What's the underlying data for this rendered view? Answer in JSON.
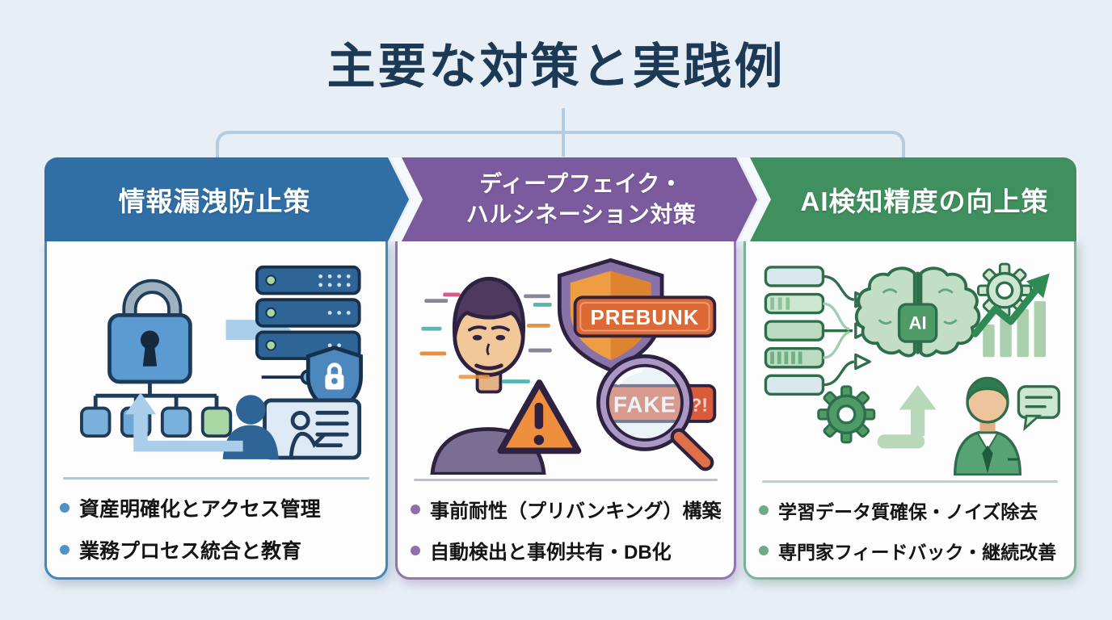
{
  "page": {
    "title": "主要な対策と実践例",
    "background_color": "#e8eef6",
    "title_color": "#1c3a55",
    "connector_color": "#b5cbdf"
  },
  "columns": [
    {
      "id": "info-leak-prevention",
      "header": "情報漏洩防止策",
      "theme": {
        "header_bg": "#2f6fa5",
        "card_border": "#4486bb",
        "divider": "#a9c9e2",
        "bullet_dot": "#4e92c6"
      },
      "illustration_icons": [
        "lock-hierarchy-icon",
        "arrow-right-icon",
        "secure-server-icon",
        "shield-lock-icon",
        "training-presenter-icon",
        "arrow-loop-icon"
      ],
      "bullets": [
        "資産明確化とアクセス管理",
        "業務プロセス統合と教育"
      ]
    },
    {
      "id": "deepfake-hallucination",
      "header_line1": "ディープフェイク・",
      "header_line2": "ハルシネーション対策",
      "theme": {
        "header_bg": "#7b5b9e",
        "card_border": "#9077ae",
        "divider": "#c7b9d8",
        "bullet_dot": "#8e6fae"
      },
      "illustration_icons": [
        "glitched-face-icon",
        "shield-prebunk-icon",
        "warning-triangle-icon",
        "magnifier-fake-icon"
      ],
      "labels": {
        "shield_badge": "PREBUNK",
        "fake_banner": "FAKE",
        "fake_suffix": "?!"
      },
      "bullets": [
        "事前耐性（プリバンキング）構築",
        "自動検出と事例共有・DB化"
      ]
    },
    {
      "id": "ai-detection-accuracy",
      "header": "AI検知精度の向上策",
      "theme": {
        "header_bg": "#3f8f5f",
        "card_border": "#7ab694",
        "divider": "#b3d8c0",
        "bullet_dot": "#6cab86"
      },
      "illustration_icons": [
        "data-quality-bars-icon",
        "ai-brain-chip-icon",
        "gear-growth-chart-icon",
        "gear-icon",
        "arrow-up-icon",
        "expert-feedback-icon",
        "speech-bubble-icon"
      ],
      "labels": {
        "ai_chip": "AI"
      },
      "bullets": [
        "学習データ質確保・ノイズ除去",
        "専門家フィードバック・継続改善"
      ]
    }
  ]
}
